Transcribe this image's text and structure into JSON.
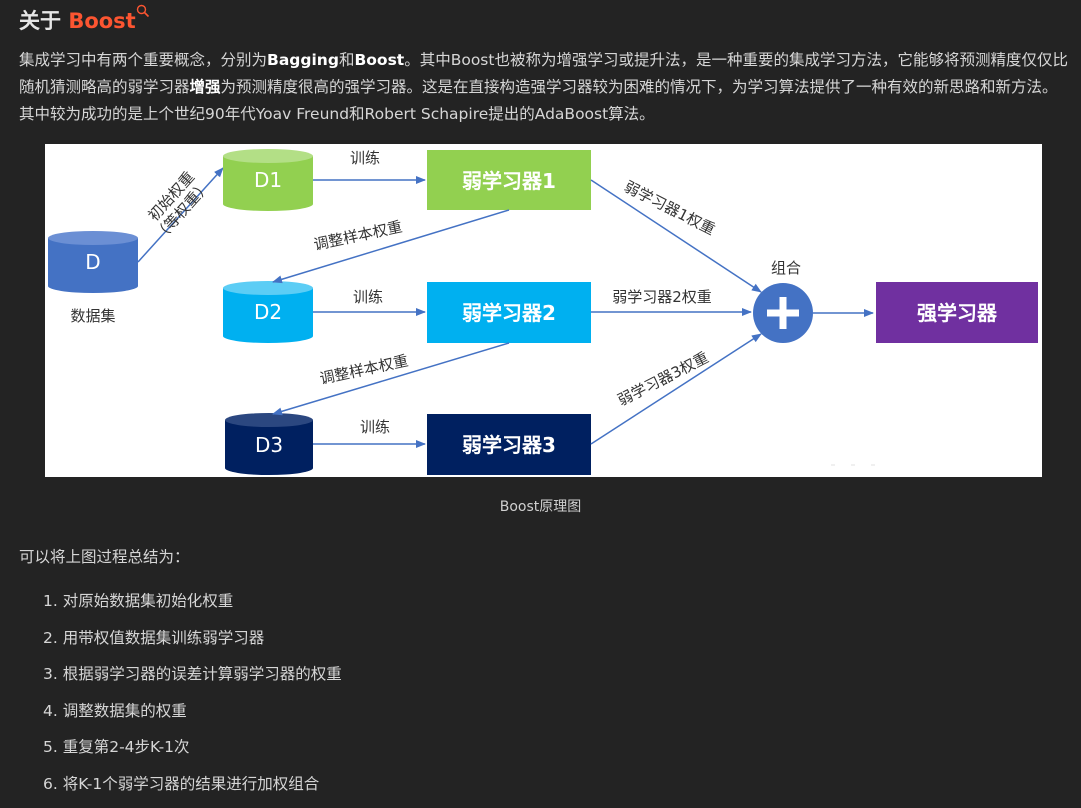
{
  "heading": {
    "prefix": "关于 ",
    "keyword": "Boost"
  },
  "intro": {
    "p1": "集成学习中有两个重要概念，分别为",
    "b1": "Bagging",
    "p2": "和",
    "b2": "Boost",
    "p3": "。其中Boost也被称为增强学习或提升法，是一种重要的集成学习方法，它能够将预测精度仅仅比随机猜测略高的弱学习器",
    "b3": "增强",
    "p4": "为预测精度很高的强学习器。这是在直接构造强学习器较为困难的情况下，为学习算法提供了一种有效的新思路和新方法。其中较为成功的是上个世纪90年代Yoav Freund和Robert Schapire提出的AdaBoost算法。"
  },
  "diagram": {
    "dataset": "D",
    "dataset_label": "数据集",
    "init_weight_line1": "初始权重",
    "init_weight_line2": "（等权重）",
    "datasets": [
      "D1",
      "D2",
      "D3"
    ],
    "train": "训练",
    "learners": [
      "弱学习器1",
      "弱学习器2",
      "弱学习器3"
    ],
    "adjust": "调整样本权重",
    "learner_weights": [
      "弱学习器1权重",
      "弱学习器2权重",
      "弱学习器3权重"
    ],
    "combine": "组合",
    "strong": "强学习器",
    "colors": {
      "d": "#4472c4",
      "d1": "#92d050",
      "d2": "#00b0f0",
      "d3": "#002060",
      "strong": "#7030a0",
      "arrow": "#4472c4"
    }
  },
  "caption": "Boost原理图",
  "summary_intro": "可以将上图过程总结为：",
  "steps": [
    "1. 对原始数据集初始化权重",
    "2. 用带权值数据集训练弱学习器",
    "3. 根据弱学习器的误差计算弱学习器的权重",
    "4. 调整数据集的权重",
    "5. 重复第2-4步K-1次",
    "6. 将K-1个弱学习器的结果进行加权组合"
  ]
}
